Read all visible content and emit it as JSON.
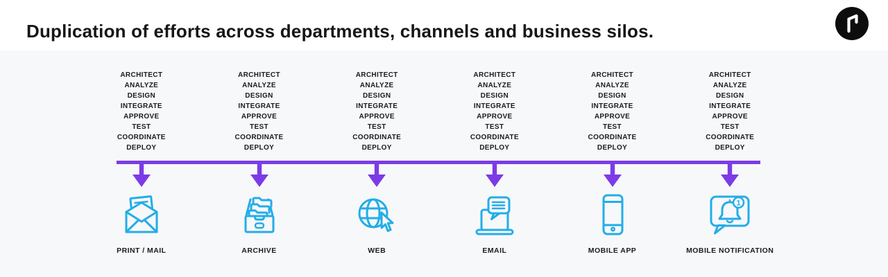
{
  "header": {
    "title": "Duplication of efforts across departments, channels and business silos.",
    "logo_icon": "arrow-up-right-logo"
  },
  "process": {
    "steps": [
      "ARCHITECT",
      "ANALYZE",
      "DESIGN",
      "INTEGRATE",
      "APPROVE",
      "TEST",
      "COORDINATE",
      "DEPLOY"
    ]
  },
  "channels": [
    {
      "label": "PRINT / MAIL",
      "icon": "print-mail-icon"
    },
    {
      "label": "ARCHIVE",
      "icon": "archive-icon"
    },
    {
      "label": "WEB",
      "icon": "web-icon"
    },
    {
      "label": "EMAIL",
      "icon": "email-icon"
    },
    {
      "label": "MOBILE APP",
      "icon": "mobile-app-icon"
    },
    {
      "label": "MOBILE NOTIFICATION",
      "icon": "mobile-notification-icon",
      "badge": "1"
    }
  ],
  "colors": {
    "accent_purple": "#7C3BE6",
    "accent_cyan": "#23ADE8",
    "panel_background": "#F7F8FA",
    "text": "#1A1A1A"
  }
}
